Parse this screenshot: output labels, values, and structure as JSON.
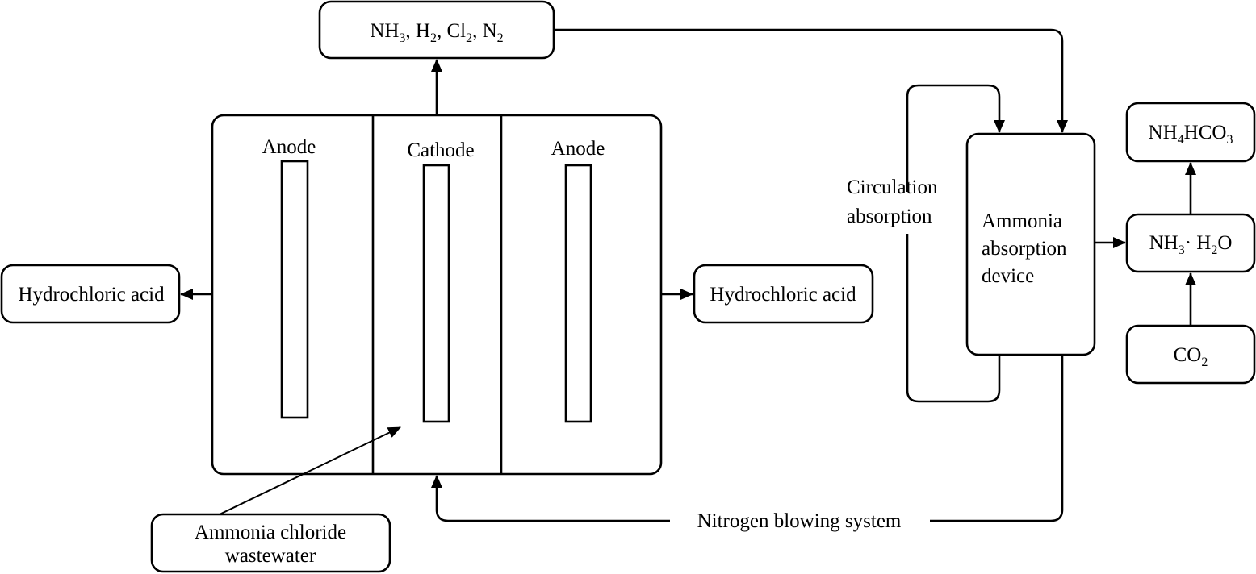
{
  "diagram": {
    "title": "Electrolytic ammonia recovery process from ammonia chloride wastewater",
    "gas_output": {
      "parts": [
        {
          "t": "NH",
          "s": "3"
        },
        {
          "t": ", H",
          "s": "2"
        },
        {
          "t": ", Cl",
          "s": "2"
        },
        {
          "t": ", N",
          "s": "2"
        }
      ]
    },
    "cell": {
      "left_electrode": "Anode",
      "middle_electrode": "Cathode",
      "right_electrode": "Anode"
    },
    "hcl_left": "Hydrochloric acid",
    "hcl_right": "Hydrochloric acid",
    "feed": {
      "line1": "Ammonia chloride",
      "line2": "wastewater"
    },
    "nitrogen": "Nitrogen blowing system",
    "circulation": {
      "line1": "Circulation",
      "line2": "absorption"
    },
    "absorber": {
      "line1": "Ammonia",
      "line2": "absorption",
      "line3": "device"
    },
    "ammonia_water": {
      "a": "NH",
      "a_sub": "3",
      "b": "· H",
      "b_sub": "2",
      "c": "O"
    },
    "bicarbonate": {
      "a": "NH",
      "a_sub": "4",
      "b": "HCO",
      "b_sub": "3"
    },
    "co2": {
      "a": "CO",
      "a_sub": "2"
    }
  }
}
